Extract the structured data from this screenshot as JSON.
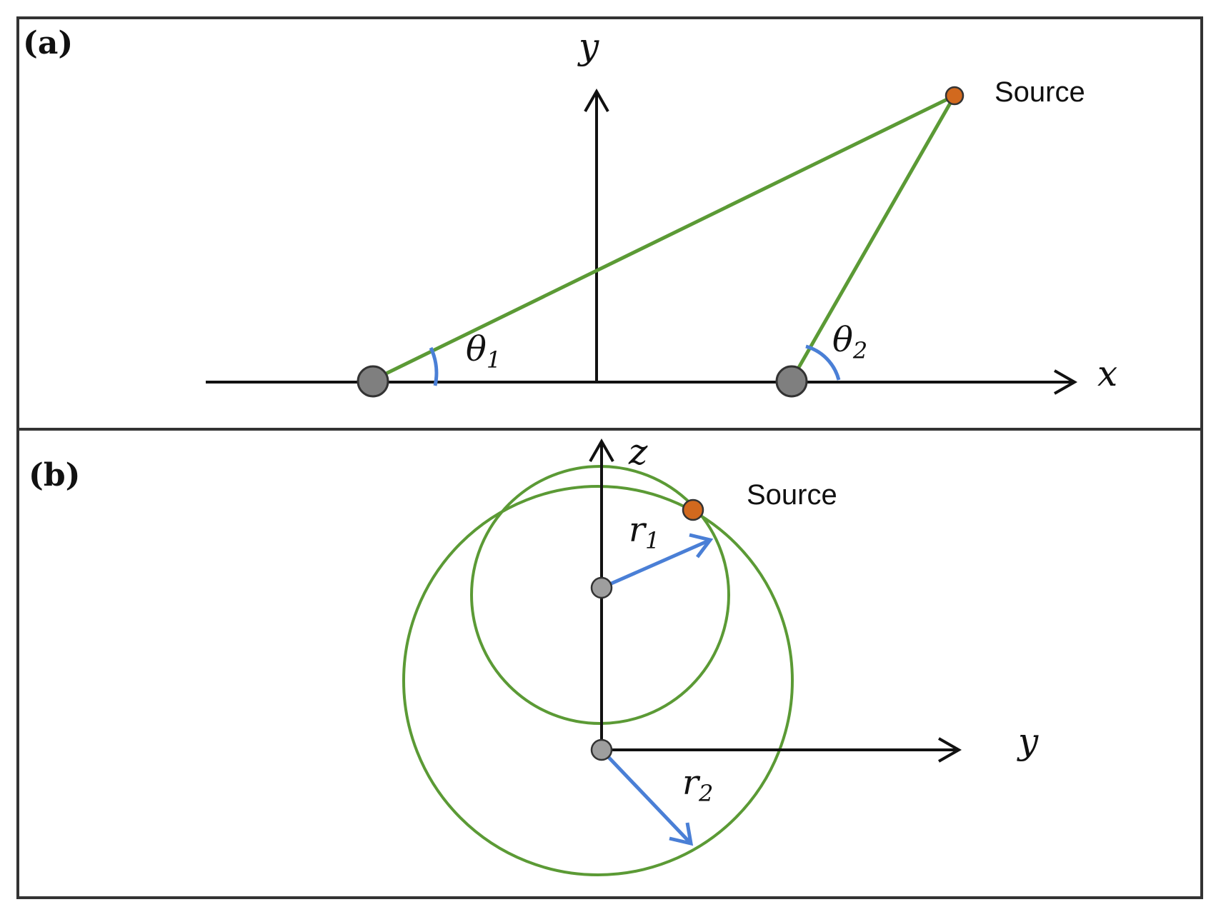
{
  "panel_a": {
    "label": "(a)",
    "x_axis_label": "x",
    "y_axis_label": "y",
    "source_label": "Source",
    "angle_1": {
      "symbol": "θ",
      "subscript": "1"
    },
    "angle_2": {
      "symbol": "θ",
      "subscript": "2"
    }
  },
  "panel_b": {
    "label": "(b)",
    "z_axis_label": "z",
    "y_axis_label": "y",
    "source_label": "Source",
    "radius_1": {
      "symbol": "r",
      "subscript": "1"
    },
    "radius_2": {
      "symbol": "r",
      "subscript": "2"
    }
  },
  "colors": {
    "path_line": "#5b9a35",
    "angle_arc": "#4a7fd6",
    "source_marker": "#d2691e",
    "sensor_marker": "#7f7f7f",
    "axis": "#111111",
    "frame": "#333333"
  }
}
